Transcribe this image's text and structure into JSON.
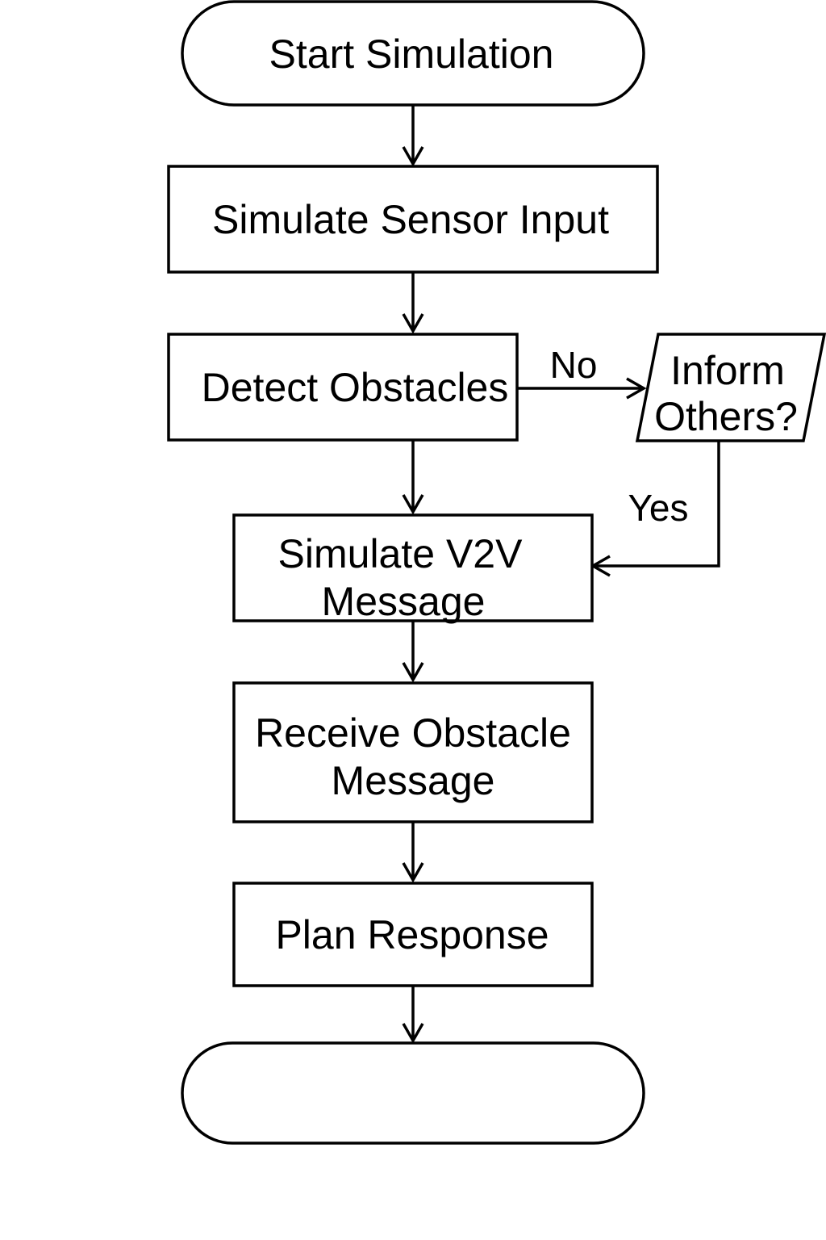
{
  "flowchart": {
    "nodes": {
      "start": {
        "lines": [
          "Start Simulation"
        ]
      },
      "sensor": {
        "lines": [
          "Simulate Sensor Input"
        ]
      },
      "detect": {
        "lines": [
          "Detect Obstacles"
        ]
      },
      "inform": {
        "lines": [
          "Inform",
          "Others?"
        ]
      },
      "v2v": {
        "lines": [
          "Simulate V2V",
          "Message"
        ]
      },
      "receive": {
        "lines": [
          "Receive Obstacle",
          "Message"
        ]
      },
      "plan": {
        "lines": [
          "Plan Response"
        ]
      },
      "end": {
        "lines": []
      }
    },
    "edges": {
      "no_label": "No",
      "yes_label": "Yes"
    }
  }
}
